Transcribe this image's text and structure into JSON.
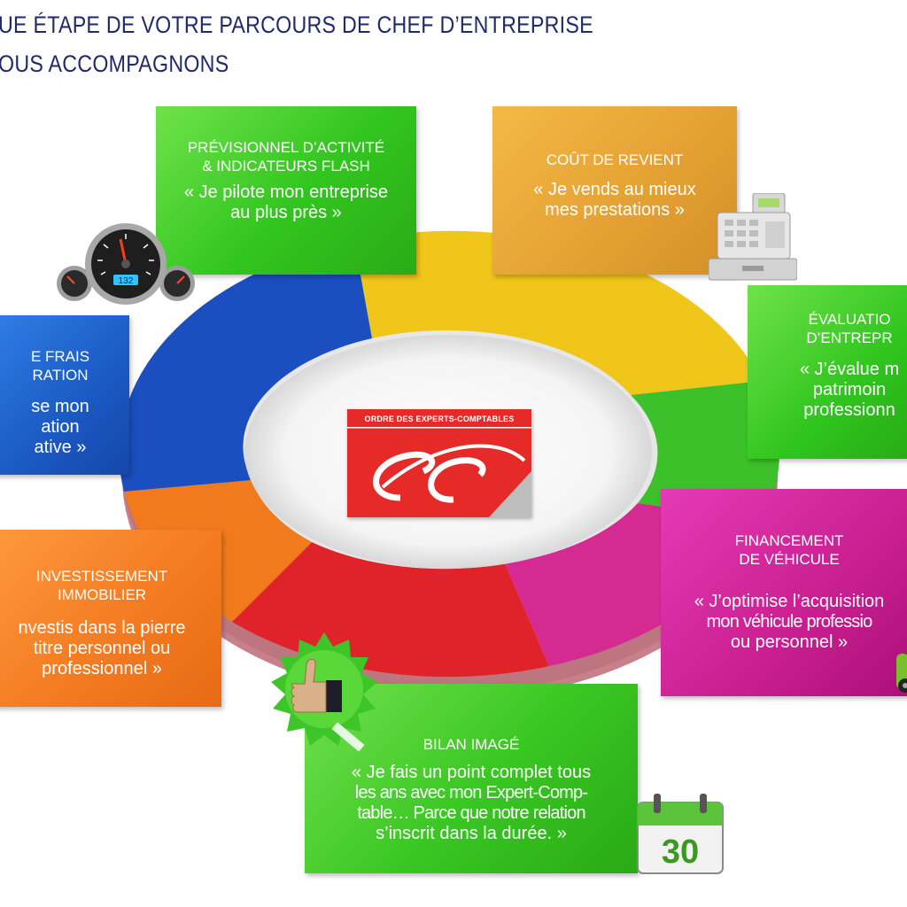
{
  "header": {
    "line1": "UE ÉTAPE DE VOTRE PARCOURS DE CHEF D’ENTREPRISE",
    "line2": "OUS ACCOMPAGNONS"
  },
  "logo": {
    "text": "ORDRE DES EXPERTS-COMPTABLES"
  },
  "boxes": {
    "previsionnel": {
      "title1": "PRÉVISIONNEL D’ACTIVITÉ",
      "title2": "& INDICATEURS FLASH",
      "quote1": "« Je pilote mon entreprise",
      "quote2": "au plus près »"
    },
    "cout": {
      "title1": "COÛT DE REVIENT",
      "quote1": "« Je vends au mieux",
      "quote2": "mes prestations »"
    },
    "evaluation": {
      "title1": "ÉVALUATIO",
      "title2": "D’ENTREPR",
      "quote1": "« J’évalue m",
      "quote2": "patrimoin",
      "quote3": "professionn"
    },
    "frais": {
      "title1": "E FRAIS",
      "title2": "RATION",
      "quote1": "se mon",
      "quote2": "ation",
      "quote3": "ative »"
    },
    "immobilier": {
      "title1": "INVESTISSEMENT",
      "title2": "IMMOBILIER",
      "quote1": "nvestis dans la pierre",
      "quote2": "titre personnel ou",
      "quote3": "professionnel »"
    },
    "vehicule": {
      "title1": "FINANCEMENT",
      "title2": "DE VÉHICULE",
      "quote1": "« J’optimise l’acquisition",
      "quote2": "mon véhicule professio",
      "quote3": "ou personnel »"
    },
    "bilan": {
      "title1": "BILAN IMAGÉ",
      "quote1": "« Je fais un point complet tous",
      "quote2": "les ans avec mon Expert-Comp-",
      "quote3": "table… Parce que notre relation",
      "quote4": "s’inscrit dans la durée. »"
    }
  },
  "icons": {
    "gauge": "dashboard-gauge-icon",
    "gauge_readout": "132",
    "register": "cash-register-icon",
    "thumb": "thumbs-up-badge-icon",
    "calendar": "calendar-icon",
    "calendar_day": "30",
    "car": "car-icon"
  },
  "colors": {
    "header": "#1f2a6b",
    "ring_blue": "#1b4fc0",
    "ring_yellow": "#f0c61a",
    "ring_green": "#3cc12a",
    "ring_magenta": "#d42a92",
    "ring_red": "#e0222a",
    "ring_orange": "#f17a1c",
    "logo_red": "#e52a28"
  }
}
